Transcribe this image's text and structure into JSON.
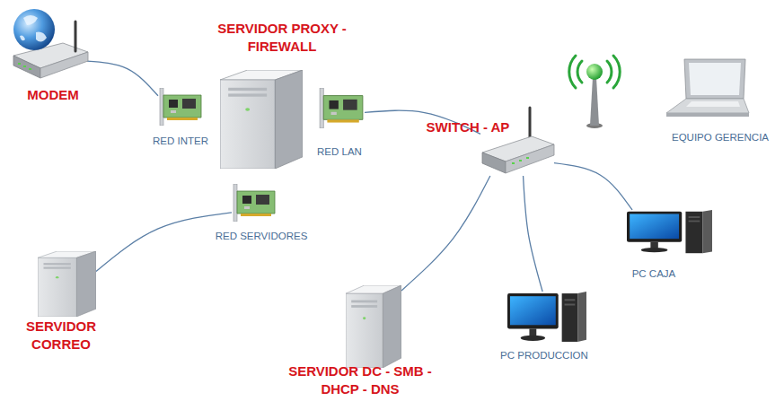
{
  "diagram": {
    "nodes": [
      {
        "text": [
          "MODEM"
        ]
      },
      {
        "text": [
          "SERVIDOR PROXY - FIREWALL"
        ]
      },
      {
        "text": [
          "RED INTER"
        ]
      },
      {
        "text": [
          "RED LAN"
        ]
      },
      {
        "text": [
          "SWITCH - AP"
        ]
      },
      {
        "text": [
          "EQUIPO GERENCIA"
        ]
      },
      {
        "text": [
          "RED SERVIDORES"
        ]
      },
      {
        "text": [
          "PC CAJA"
        ]
      },
      {
        "text": [
          "SERVIDOR CORREO"
        ]
      },
      {
        "text": [
          "SERVIDOR DC - SMB -DHCP - DNS"
        ]
      },
      {
        "text": [
          "PC PRODUCCION"
        ]
      }
    ],
    "edges": [
      {
        "from": 0,
        "to": 2,
        "arrow": "none"
      },
      {
        "from": 3,
        "to": 4,
        "arrow": "none"
      },
      {
        "from": 6,
        "to": 8,
        "arrow": "none"
      },
      {
        "from": 4,
        "to": 7,
        "arrow": "none"
      },
      {
        "from": 4,
        "to": 10,
        "arrow": "none"
      },
      {
        "from": 4,
        "to": 9,
        "arrow": "none"
      }
    ]
  }
}
